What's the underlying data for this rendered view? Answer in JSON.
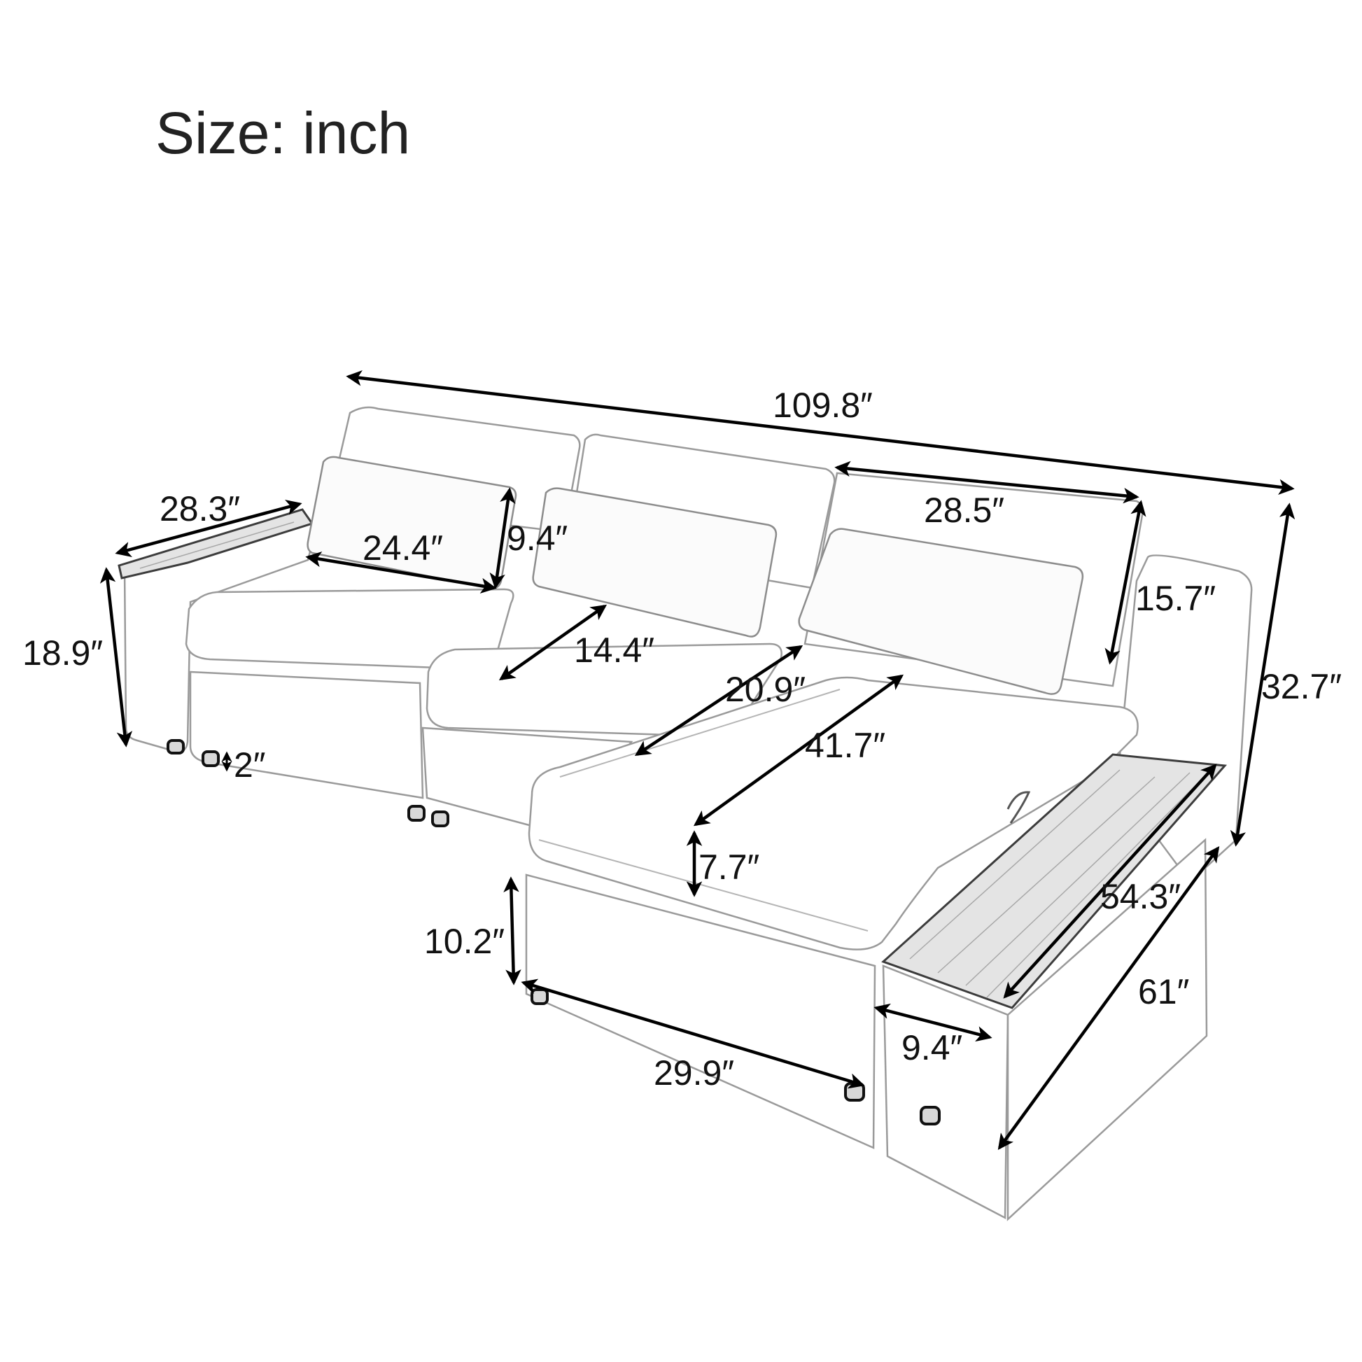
{
  "title": "Size: inch",
  "unit_symbol": "″",
  "product": {
    "type": "L-shaped sectional sofa with chaise and wooden armrest tops"
  },
  "dimensions": {
    "overall_length": "109.8″",
    "armrest_depth": "28.3″",
    "pillow_width": "24.4″",
    "pillow_height": "9.4″",
    "back_cushion_width": "28.5″",
    "back_cushion_height": "15.7″",
    "seat_depth": "14.4″",
    "seat_to_chaise_edge": "20.9″",
    "chaise_cushion_length": "41.7″",
    "overall_height": "32.7″",
    "arm_height": "18.9″",
    "leg_height": "2″",
    "chaise_cushion_thickness": "7.7″",
    "base_height": "10.2″",
    "chaise_width": "29.9″",
    "chaise_arm_width": "9.4″",
    "chaise_arm_top_length": "54.3″",
    "overall_depth": "61″"
  },
  "colors": {
    "background": "#ffffff",
    "line": "#000000",
    "text": "#111111",
    "sofa_outline": "#9a9a9a",
    "wood_top": "#e4e4e4"
  }
}
